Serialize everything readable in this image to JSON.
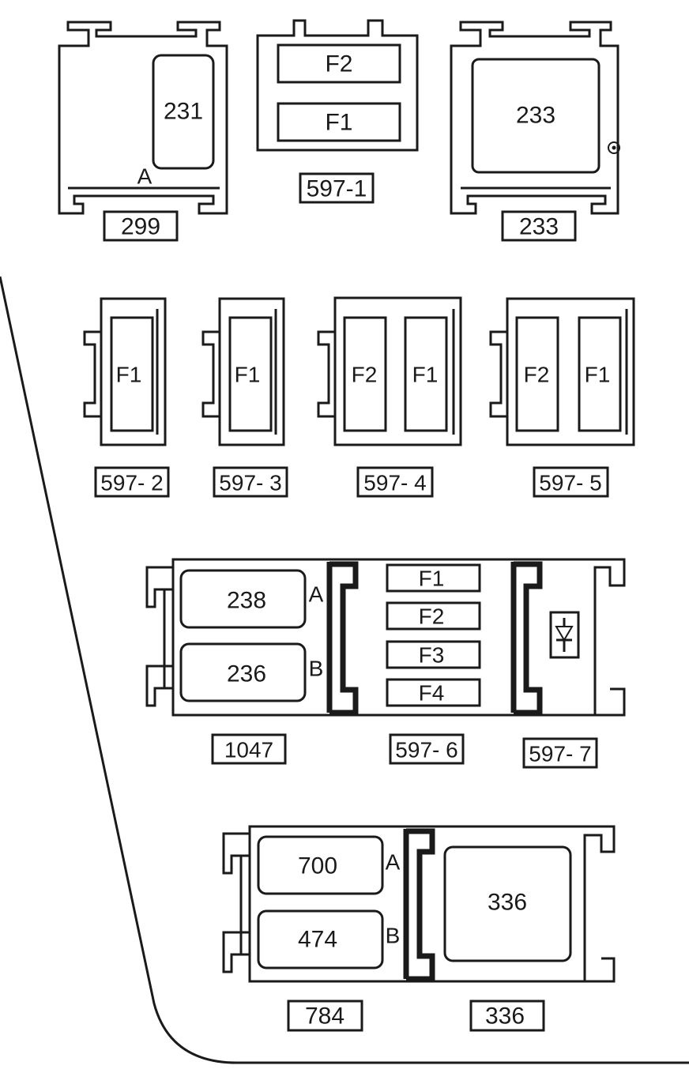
{
  "colors": {
    "line": "#1a1a1a",
    "background": "#ffffff"
  },
  "row1": {
    "left": {
      "relay": "231",
      "pin": "A",
      "tag": "299"
    },
    "middle": {
      "fuse_top": "F2",
      "fuse_bottom": "F1",
      "tag": "597-1"
    },
    "right": {
      "relay": "233",
      "tag": "233"
    }
  },
  "row2": {
    "h1": {
      "fuse": "F1",
      "tag": "597- 2"
    },
    "h2": {
      "fuse": "F1",
      "tag": "597- 3"
    },
    "h3": {
      "fuse_left": "F2",
      "fuse_right": "F1",
      "tag": "597- 4"
    },
    "h4": {
      "fuse_left": "F2",
      "fuse_right": "F1",
      "tag": "597- 5"
    }
  },
  "row3": {
    "relays": {
      "top": "238",
      "top_pin": "A",
      "bottom": "236",
      "bottom_pin": "B",
      "tag": "1047"
    },
    "fuses": {
      "f1": "F1",
      "f2": "F2",
      "f3": "F3",
      "f4": "F4",
      "tag": "597- 6"
    },
    "diode": {
      "icon": "diode-icon",
      "tag": "597- 7"
    }
  },
  "row4": {
    "relays": {
      "top": "700",
      "top_pin": "A",
      "bottom": "474",
      "bottom_pin": "B",
      "tag": "784"
    },
    "right": {
      "relay": "336",
      "tag": "336"
    }
  }
}
